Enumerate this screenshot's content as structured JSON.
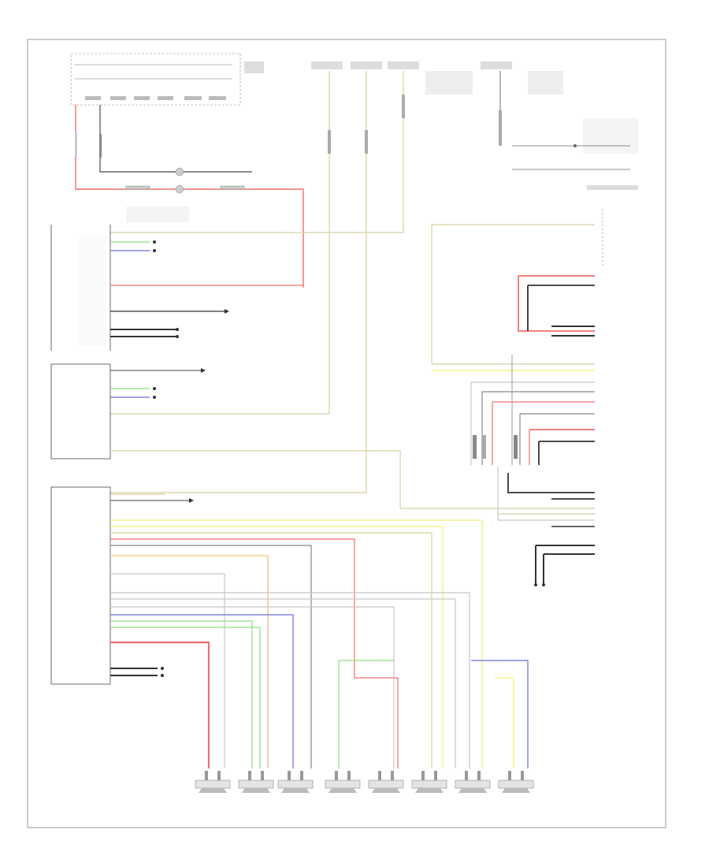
{
  "footer_text": "",
  "wire_colors": {
    "tan": "#d8d0a0",
    "red": "#f07070",
    "blue": "#6a6ae0",
    "yellow": "#f0f070",
    "green": "#90dd80",
    "orange": "#f5b070",
    "grey": "#909090",
    "black": "#333333",
    "light_grey": "#c8c8c8",
    "dark_red": "#e04848"
  },
  "speakers": [
    {
      "id": "spk-1"
    },
    {
      "id": "spk-2"
    },
    {
      "id": "spk-3"
    },
    {
      "id": "spk-4"
    },
    {
      "id": "spk-5"
    },
    {
      "id": "spk-6"
    },
    {
      "id": "spk-7"
    },
    {
      "id": "spk-8"
    },
    {
      "id": "spk-9"
    }
  ]
}
